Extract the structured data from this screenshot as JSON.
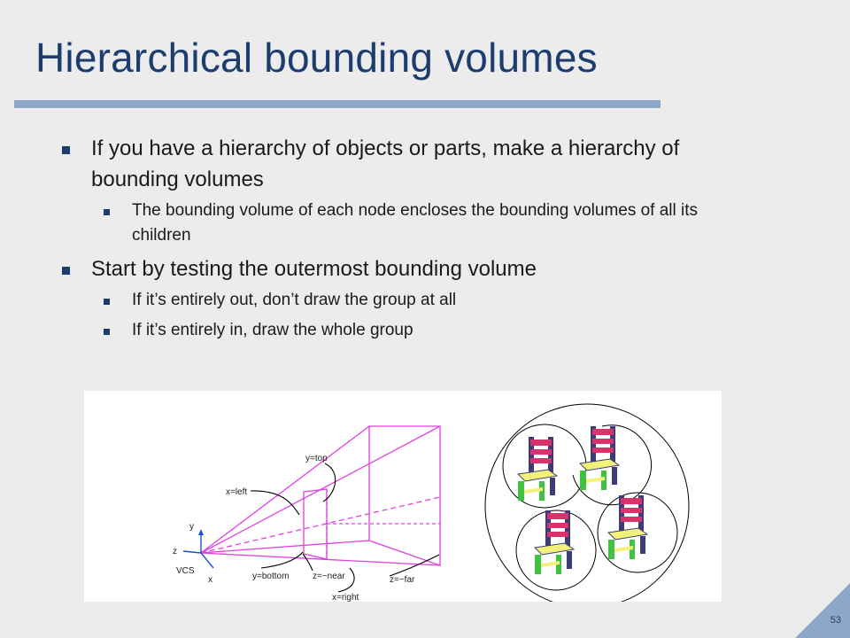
{
  "slide": {
    "title": "Hierarchical bounding volumes",
    "bullets": [
      {
        "text": "If you have a hierarchy of objects or parts, make a hierarchy of bounding volumes",
        "sub": [
          "The bounding volume of each node encloses the bounding volumes of all its children"
        ]
      },
      {
        "text": "Start by testing the outermost bounding volume",
        "sub": [
          "If it’s entirely out, don’t draw the group at all",
          "If it’s entirely in, draw the whole group"
        ]
      }
    ],
    "page_number": "53"
  },
  "figure": {
    "frustum_labels": {
      "y_top": "y=top",
      "x_left": "x=left",
      "y_bottom": "y=bottom",
      "z_near": "z=−near",
      "z_far": "z=−far",
      "x_right": "x=right",
      "axis_y": "y",
      "axis_z": "z",
      "axis_x": "x",
      "vcs": "VCS"
    },
    "colors": {
      "frustum": "#e040e0",
      "axes": "#1a4fd0",
      "chair_back": "#d8336a",
      "chair_frame": "#3c3c78",
      "chair_seat": "#f2f27a",
      "chair_legs": "#3fc23f"
    }
  }
}
